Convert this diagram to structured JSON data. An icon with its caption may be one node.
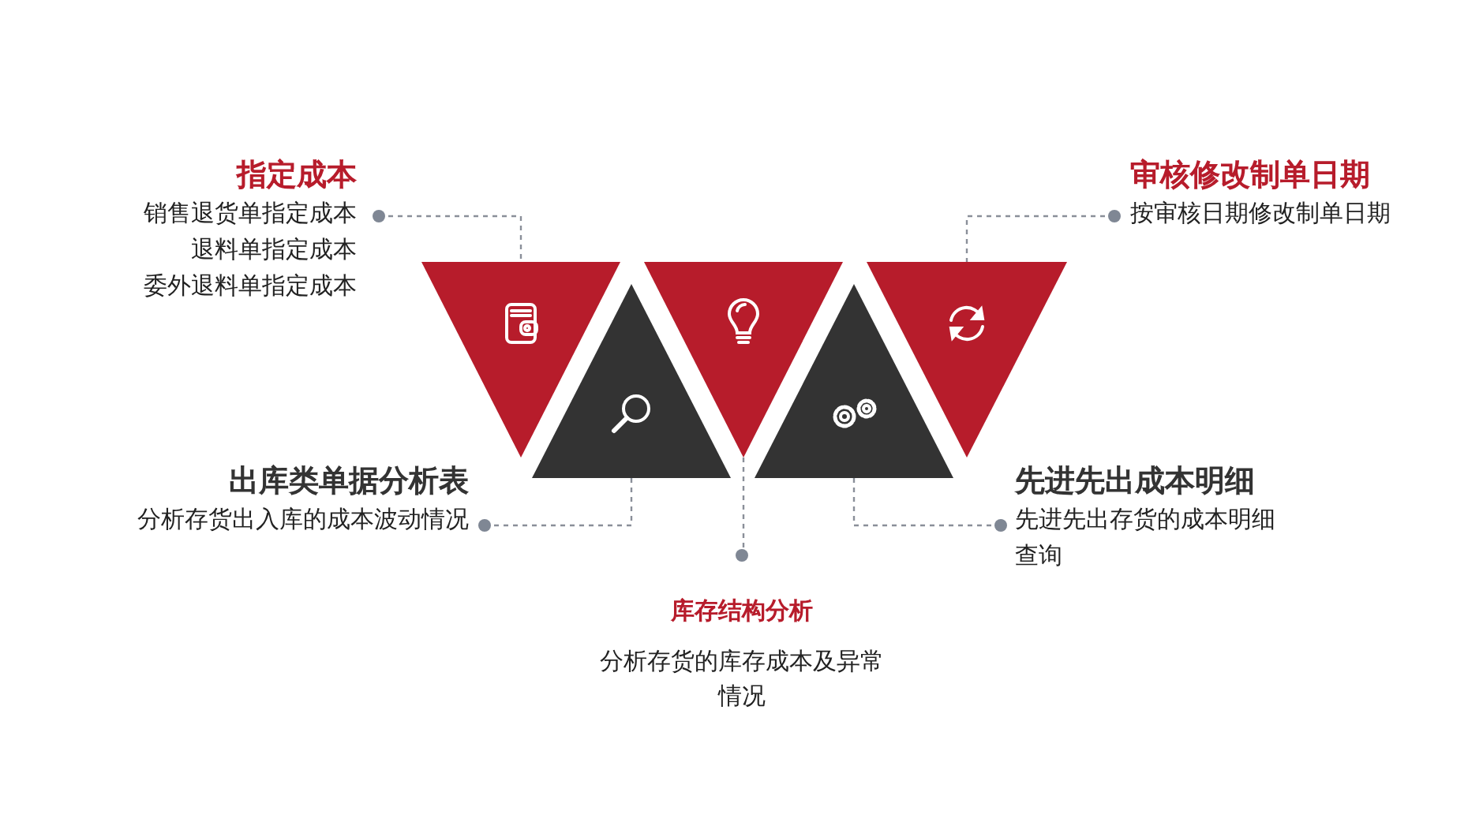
{
  "diagram": {
    "nodes": [
      {
        "text": [
          "指定成本",
          "销售退货单指定成本",
          "退料单指定成本",
          "委外退料单指定成本"
        ]
      },
      {
        "text": [
          "审核修改制单日期",
          "按审核日期修改制单日期"
        ]
      },
      {
        "text": [],
        "shape": "triangle"
      },
      {
        "text": [],
        "shape": "triangle"
      },
      {
        "text": [],
        "shape": "triangle"
      },
      {
        "text": [],
        "shape": "triangle"
      },
      {
        "text": [],
        "shape": "triangle"
      },
      {
        "text": [
          "出库类单据分析表",
          "分析存货出入库的成本波动情况"
        ]
      },
      {
        "text": [
          "先进先出成本明细",
          "先进先出存货的成本明细查询"
        ]
      },
      {
        "text": [
          "库存结构分析",
          "分析存货的库存成本及异常情况"
        ]
      }
    ],
    "edges": [
      {
        "from": 0,
        "to": 2,
        "arrow": "other"
      },
      {
        "from": 1,
        "to": 6,
        "arrow": "other"
      },
      {
        "from": 7,
        "to": 3,
        "arrow": "other"
      },
      {
        "from": 8,
        "to": 5,
        "arrow": "other"
      },
      {
        "from": 9,
        "to": 4,
        "arrow": "other"
      }
    ]
  }
}
